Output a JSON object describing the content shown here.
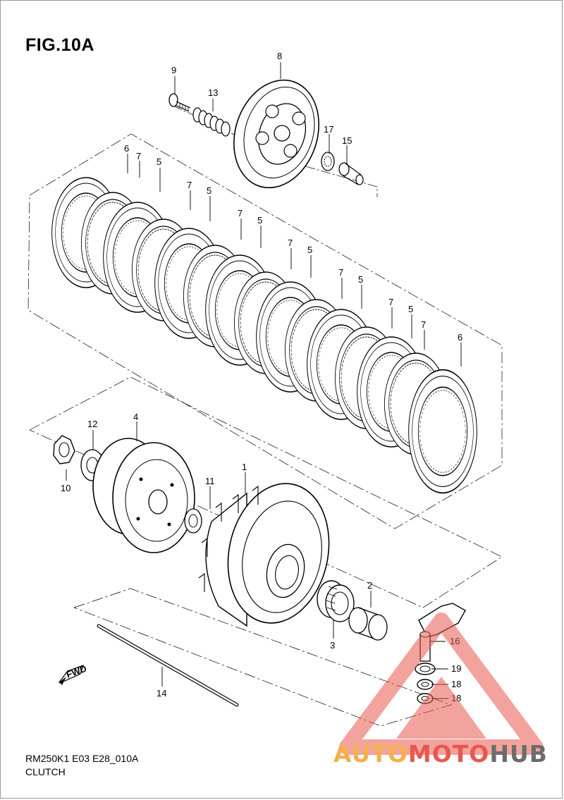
{
  "figure": {
    "title": "FIG.10A",
    "code": "RM250K1 E03 E28_010A",
    "caption": "CLUTCH",
    "fwd_label": "FWD"
  },
  "callouts": {
    "c1": "1",
    "c2": "2",
    "c3": "3",
    "c4": "4",
    "c5a": "5",
    "c5b": "5",
    "c5c": "5",
    "c5d": "5",
    "c5e": "5",
    "c5f": "5",
    "c6a": "6",
    "c6b": "6",
    "c7a": "7",
    "c7b": "7",
    "c7c": "7",
    "c7d": "7",
    "c7e": "7",
    "c7f": "7",
    "c7g": "7",
    "c8": "8",
    "c9": "9",
    "c10": "10",
    "c11": "11",
    "c12": "12",
    "c13": "13",
    "c14": "14",
    "c15": "15",
    "c16": "16",
    "c17": "17",
    "c18a": "18",
    "c18b": "18",
    "c19": "19"
  },
  "watermark": {
    "part1": "AUTO",
    "part2": "MOTO",
    "part3": "HUB",
    "colors": {
      "auto": "#f5b04a",
      "moto": "#e8584e",
      "hub": "#6c6c6c"
    }
  }
}
